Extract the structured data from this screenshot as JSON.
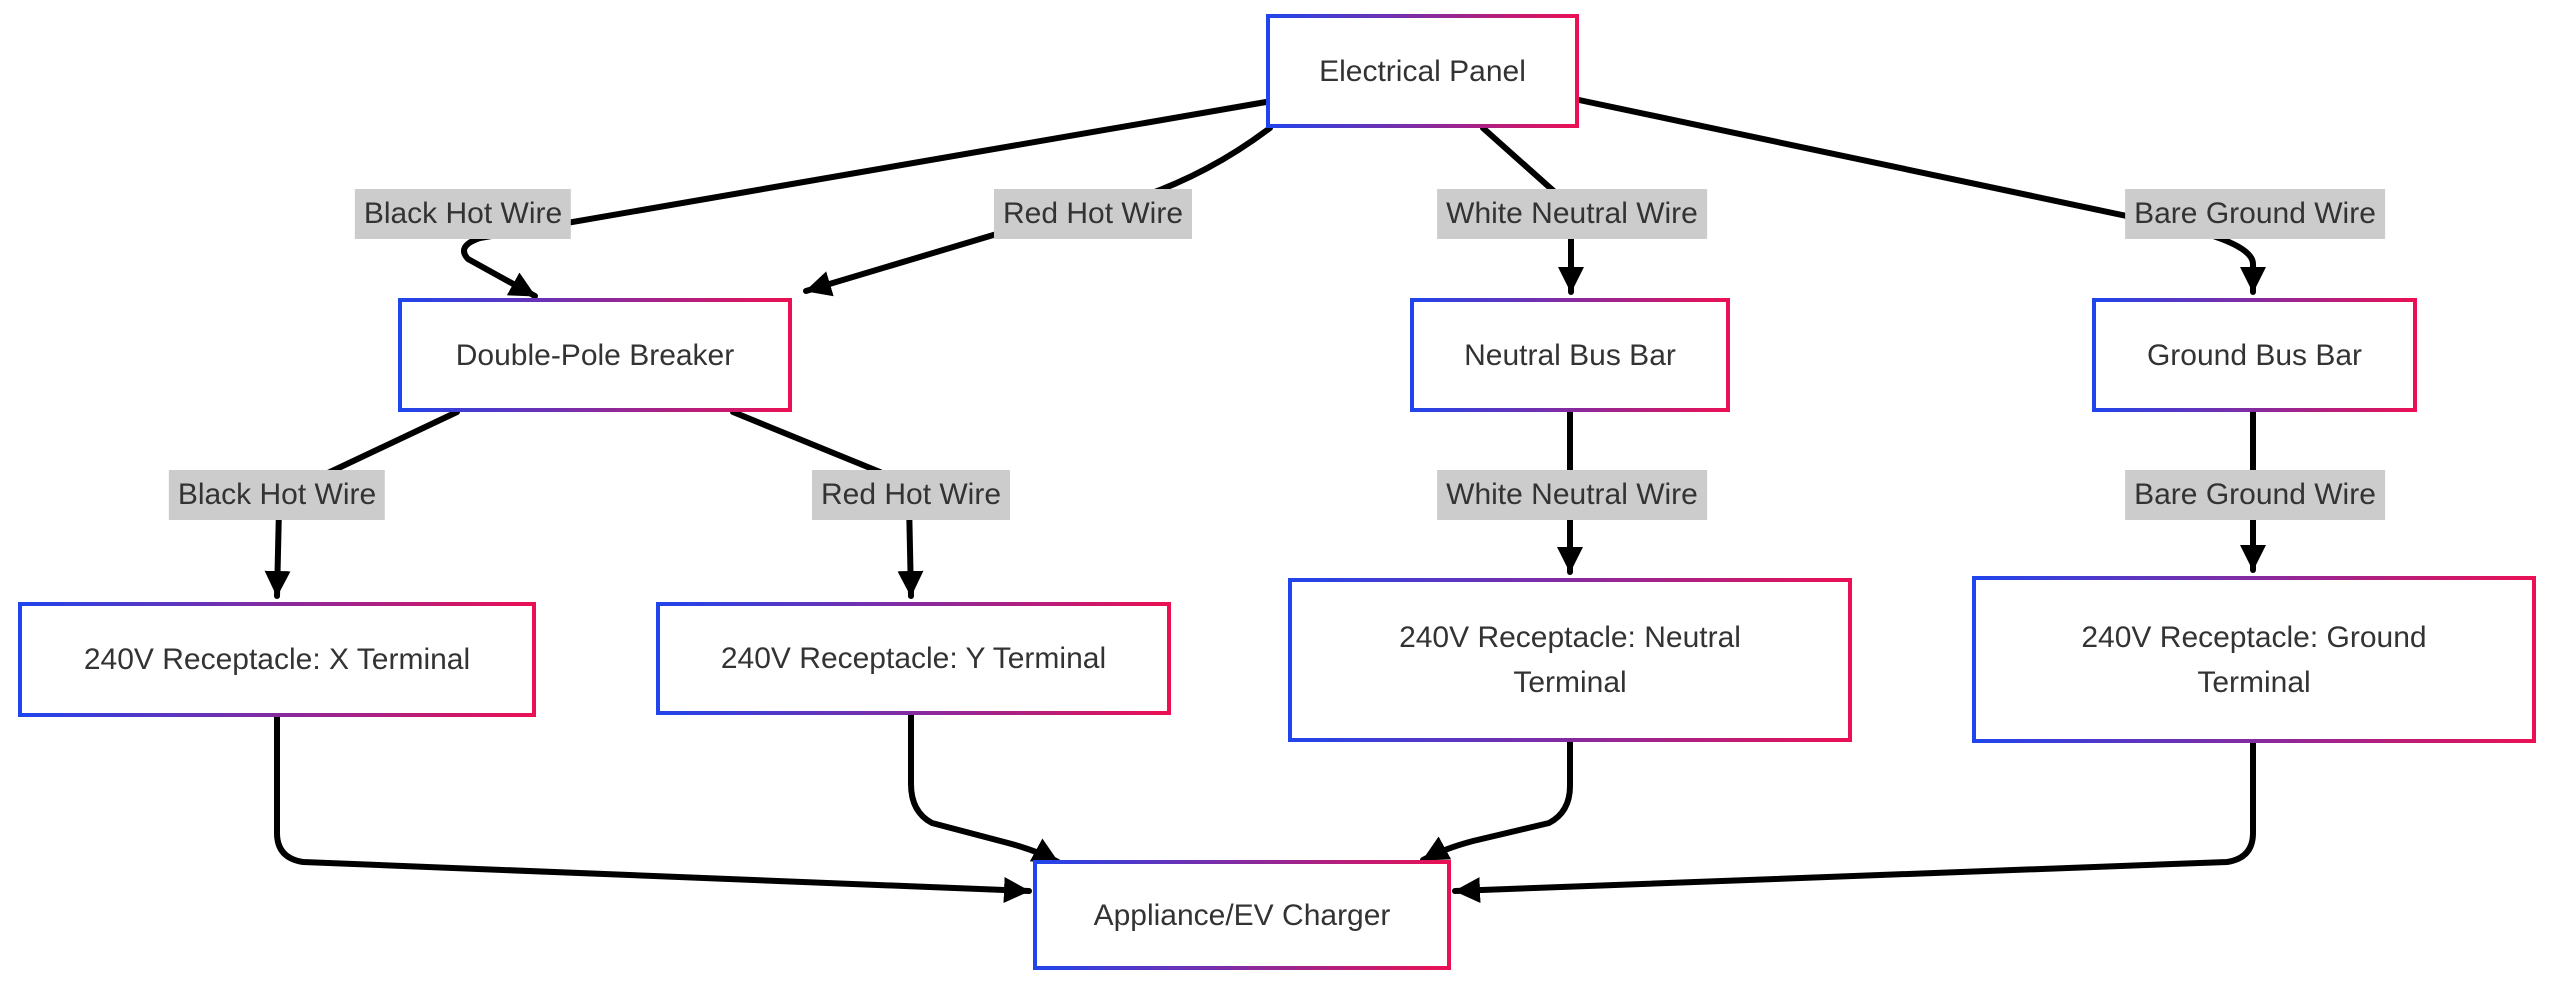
{
  "nodes": {
    "panel": {
      "label": "Electrical Panel"
    },
    "breaker": {
      "label": "Double-Pole Breaker"
    },
    "neutral_bus": {
      "label": "Neutral Bus Bar"
    },
    "ground_bus": {
      "label": "Ground Bus Bar"
    },
    "recep_x": {
      "label": "240V Receptacle: X Terminal"
    },
    "recep_y": {
      "label": "240V Receptacle: Y Terminal"
    },
    "recep_neutral": {
      "label": "240V Receptacle: Neutral Terminal"
    },
    "recep_ground": {
      "label": "240V Receptacle: Ground Terminal"
    },
    "appliance": {
      "label": "Appliance/EV Charger"
    }
  },
  "edge_labels": {
    "e1": "Black Hot Wire",
    "e2": "Red Hot Wire",
    "e3": "White Neutral Wire",
    "e4": "Bare Ground Wire",
    "e5": "Black Hot Wire",
    "e6": "Red Hot Wire",
    "e7": "White Neutral Wire",
    "e8": "Bare Ground Wire"
  },
  "connections": [
    {
      "from": "Electrical Panel",
      "to": "Double-Pole Breaker",
      "label": "Black Hot Wire"
    },
    {
      "from": "Electrical Panel",
      "to": "Double-Pole Breaker",
      "label": "Red Hot Wire"
    },
    {
      "from": "Electrical Panel",
      "to": "Neutral Bus Bar",
      "label": "White Neutral Wire"
    },
    {
      "from": "Electrical Panel",
      "to": "Ground Bus Bar",
      "label": "Bare Ground Wire"
    },
    {
      "from": "Double-Pole Breaker",
      "to": "240V Receptacle: X Terminal",
      "label": "Black Hot Wire"
    },
    {
      "from": "Double-Pole Breaker",
      "to": "240V Receptacle: Y Terminal",
      "label": "Red Hot Wire"
    },
    {
      "from": "Neutral Bus Bar",
      "to": "240V Receptacle: Neutral Terminal",
      "label": "White Neutral Wire"
    },
    {
      "from": "Ground Bus Bar",
      "to": "240V Receptacle: Ground Terminal",
      "label": "Bare Ground Wire"
    },
    {
      "from": "240V Receptacle: X Terminal",
      "to": "Appliance/EV Charger",
      "label": ""
    },
    {
      "from": "240V Receptacle: Y Terminal",
      "to": "Appliance/EV Charger",
      "label": ""
    },
    {
      "from": "240V Receptacle: Neutral Terminal",
      "to": "Appliance/EV Charger",
      "label": ""
    },
    {
      "from": "240V Receptacle: Ground Terminal",
      "to": "Appliance/EV Charger",
      "label": ""
    }
  ],
  "colors": {
    "node_border_gradient_start": "#1f45ed",
    "node_border_gradient_end": "#ec1053",
    "node_fill": "#ffffff",
    "node_text": "#333333",
    "edge_label_bg": "#cccccc",
    "edge_label_text": "#333333",
    "edge_stroke": "#000000",
    "background": "#ffffff"
  }
}
